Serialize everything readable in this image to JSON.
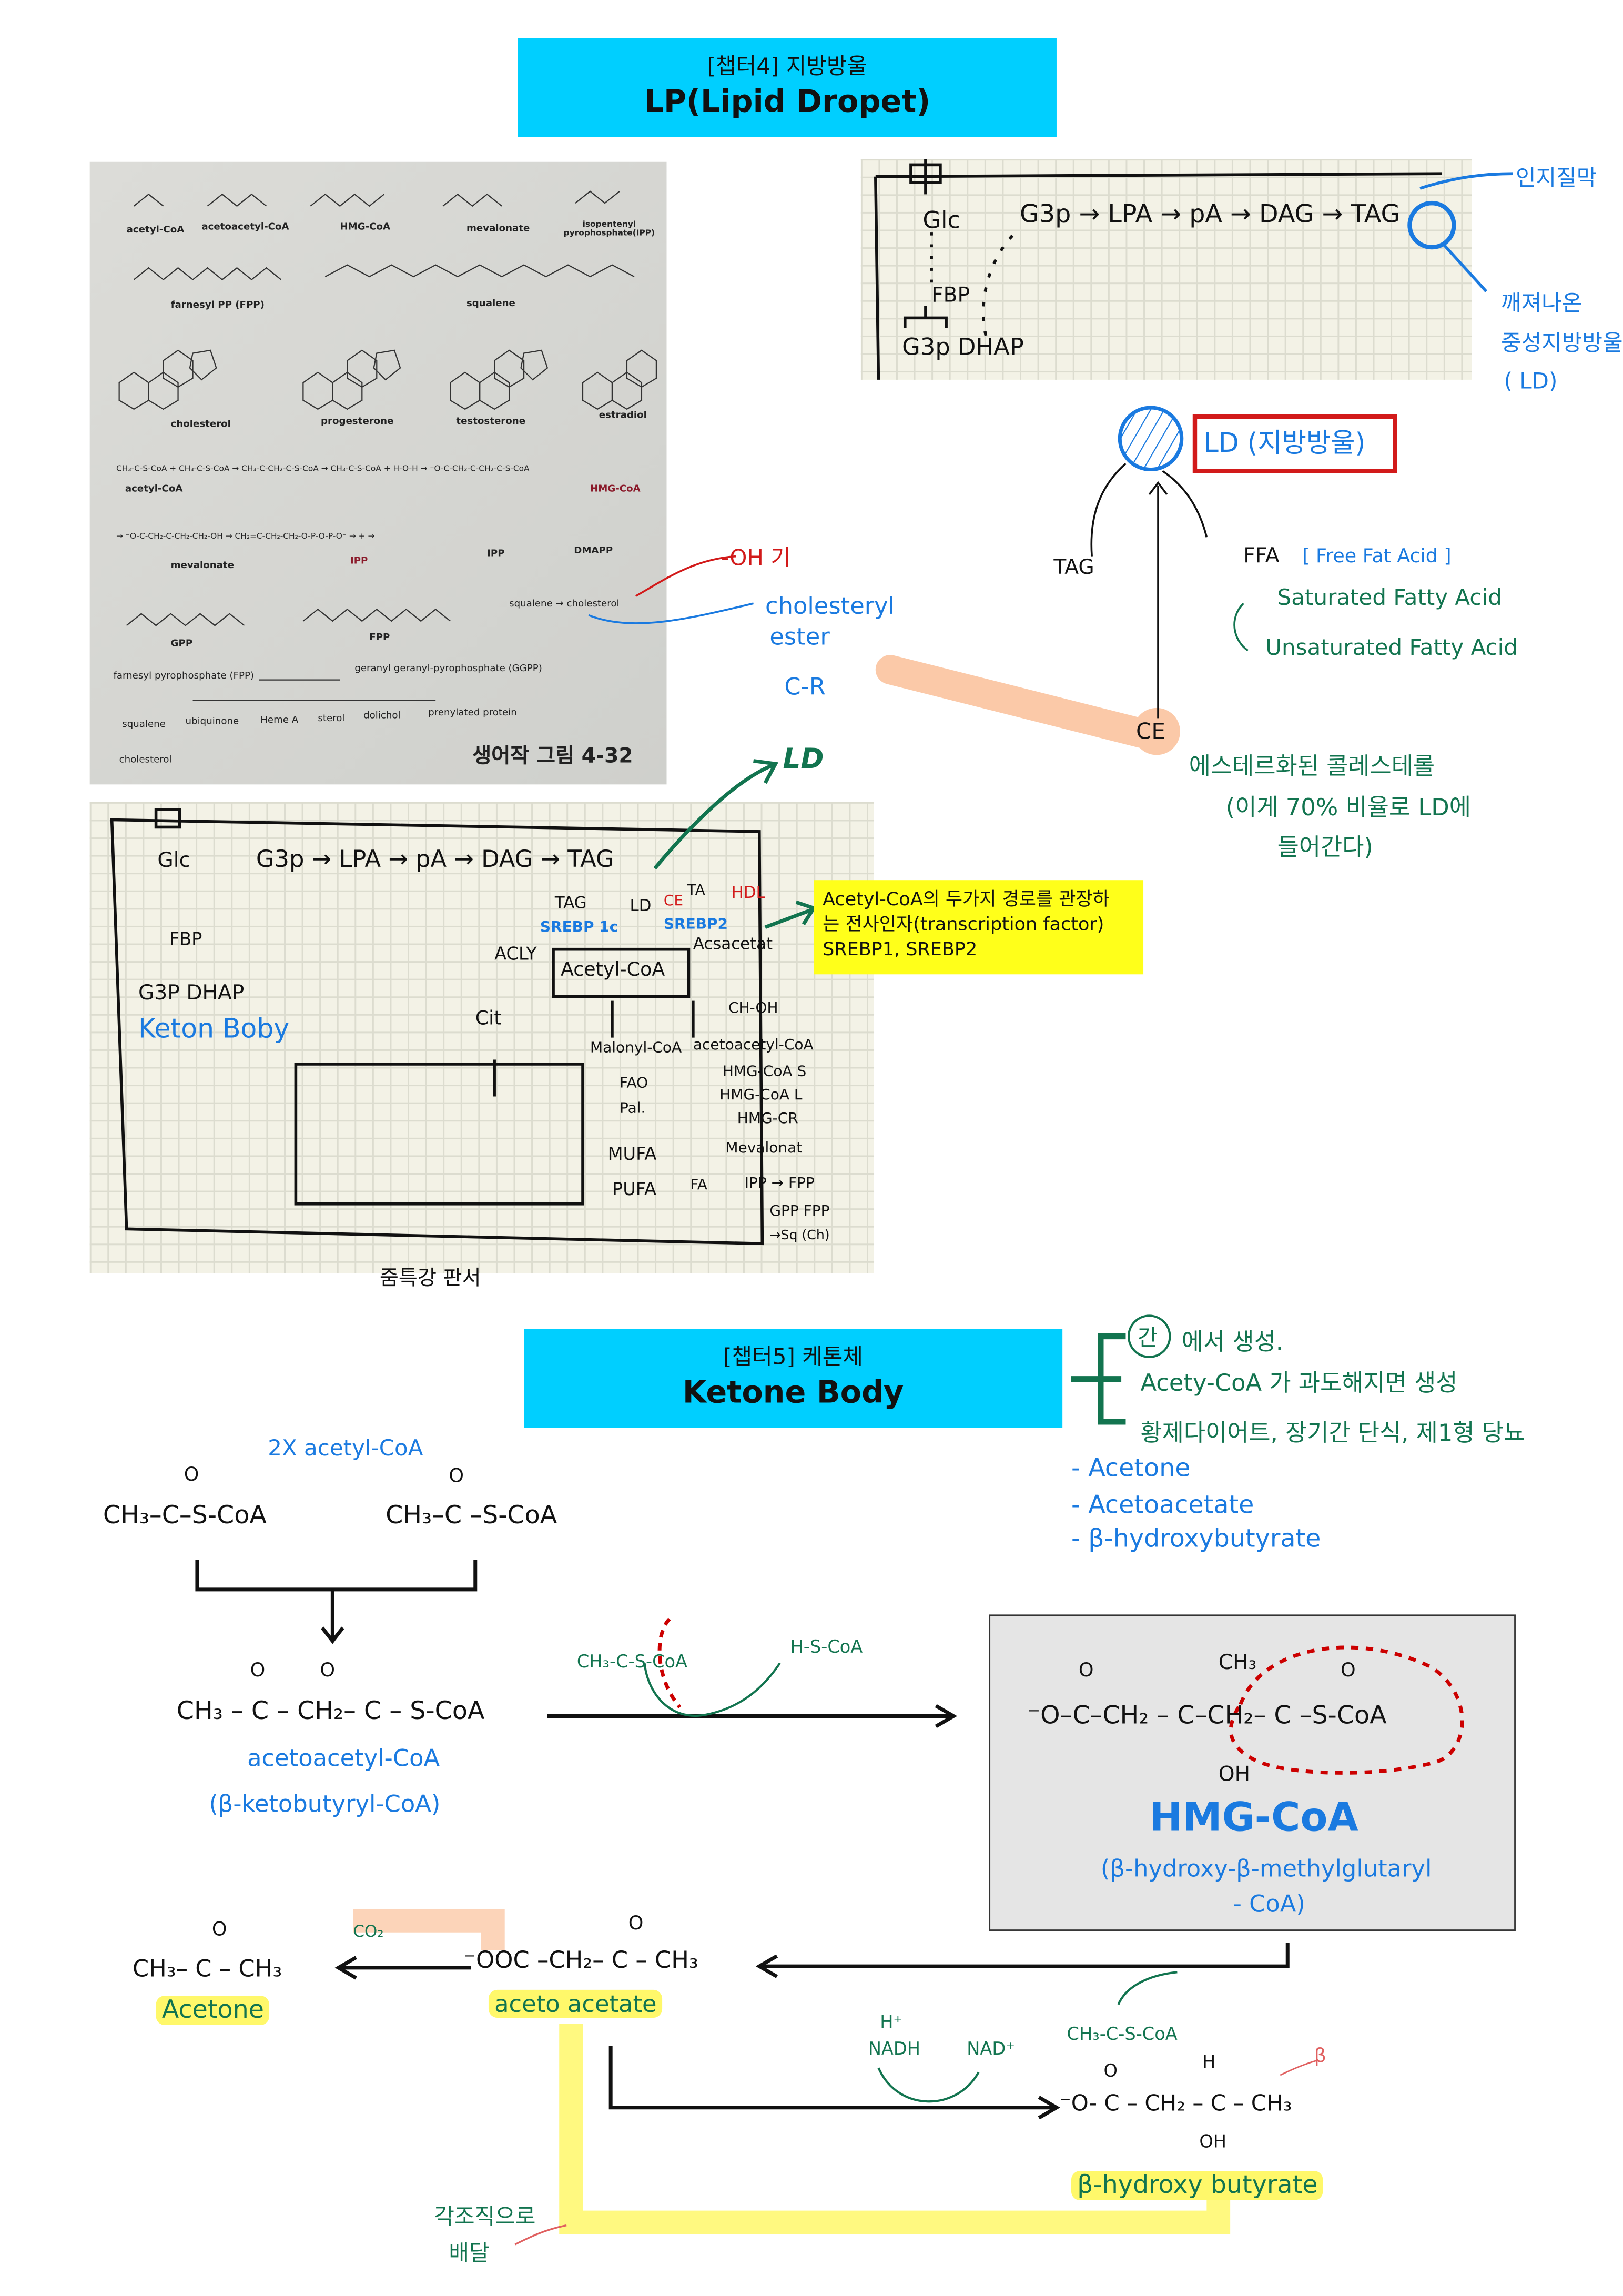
{
  "chapter4": {
    "subtitle": "[챕터4] 지방방울",
    "title": "LP(Lipid Dropet)"
  },
  "textbook_figure": {
    "labels": [
      "acetyl-CoA",
      "acetoacetyl-CoA",
      "HMG-CoA",
      "mevalonate",
      "isopentenyl pyrophosphate(IPP)",
      "farnesyl PP (FPP)",
      "squalene",
      "cholesterol",
      "progesterone",
      "testosterone",
      "estradiol",
      "acetyl-CoA",
      "HMG-CoA",
      "mevalonate",
      "IPP",
      "IPP",
      "DMAPP",
      "GPP",
      "FPP",
      "squalene → cholesterol",
      "farnesyl pyrophosphate (FPP)",
      "geranyl geranyl-pyrophosphate (GGPP)",
      "squalene",
      "ubiquinone",
      "Heme A",
      "sterol",
      "dolichol",
      "prenylated protein",
      "cholesterol"
    ],
    "equations": [
      "CH₃-C-S-CoA + CH₃-C-S-CoA → CH₃-C-CH₂-C-S-CoA → CH₃-C-S-CoA + H-O-H → ⁻O-C-CH₂-C-CH₂-C-S-CoA",
      "→ ⁻O-C-CH₂-C-CH₂-CH₂-OH → CH₂=C-CH₂-CH₂-O-P-O-P-O⁻ → + →"
    ],
    "caption": "생어작 그림 4-32"
  },
  "top_sketch": {
    "pathway": "G3p → LPA → pA → DAG → TAG",
    "glc": "Glc",
    "fbp": "FBP",
    "g3p_dhap": "G3p DHAP",
    "note_membrane": "인지질막",
    "note_ld": [
      "깨져나온",
      "중성지방방울",
      "( LD)"
    ]
  },
  "ld_diagram": {
    "ld_label": "LD (지방방울)",
    "tag": "TAG",
    "ffa": "FFA",
    "ffa_full": "[ Free Fat Acid ]",
    "saturated": "Saturated Fatty Acid",
    "unsaturated": "Unsaturated Fatty Acid",
    "ce": "CE",
    "ce_note": [
      "에스테르화된 콜레스테롤",
      "(이게 70% 비율로  LD에",
      "들어간다)"
    ],
    "oh_note": "-OH 기",
    "cholesteryl": [
      "cholesteryl",
      "ester"
    ],
    "cr": "C-R",
    "ld_green": "LD"
  },
  "lecture_board": {
    "glc": "Glc",
    "fbp": "FBP",
    "g3p_dhap": "G3P DHAP",
    "keton": "Keton Boby",
    "pathway": "G3p → LPA → pA → DAG → TAG",
    "tag": "TAG",
    "ld": "LD",
    "ce": "CE",
    "hdl": "HDL",
    "ta": "TA",
    "srebp1": "SREBP 1c",
    "srebp2": "SREBP2",
    "acly": "ACLY",
    "acetylcoa": "Acetyl-CoA",
    "acs": "Acsacetat",
    "cit": "Cit",
    "malonyl": "Malonyl-CoA",
    "fao": "FAO",
    "pal": "Pal.",
    "mufa": "MUFA",
    "pufa": "PUFA",
    "fa": "FA",
    "choh": "CH-OH",
    "acetoacetyl": "acetoacetyl-CoA",
    "hmgs": "HMG-CoA S",
    "hmgl": "HMG-CoA L",
    "hmgcr": "HMG-CR",
    "meval": "Mevalonat",
    "ipp": "IPP → FPP",
    "gpp": "GPP FPP",
    "chol": "→Sq (Ch)",
    "caption": "줌특강 판서"
  },
  "callout": {
    "line1": "Acetyl-CoA의 두가지 경로를 관장하",
    "line2": "는 전사인자(transcription factor)",
    "line3": "SREBP1, SREBP2"
  },
  "chapter5": {
    "subtitle": "[챕터5] 케톤체",
    "title": "Ketone Body"
  },
  "ketone_notes": {
    "liver": "간",
    "line1": "에서  생성.",
    "line2": "Acety-CoA 가 과도해지면 생성",
    "line3": "황제다이어트, 장기간 단식, 제1형 당뇨",
    "list": [
      "- Acetone",
      "- Acetoacetate",
      "- β-hydroxybutyrate"
    ]
  },
  "reaction": {
    "two_acetyl": "2X acetyl-CoA",
    "acetyl_o": "O",
    "acetyl1": "CH₃–C–S-CoA",
    "acetyl2": "CH₃–C –S-CoA",
    "acetoacetyl_o": "O         O",
    "acetoacetyl": "CH₃ – C – CH₂– C – S-CoA",
    "acetoacetyl_name": "acetoacetyl-CoA",
    "acetoacetyl_alt": "(β-ketobutyryl-CoA)",
    "added": "CH₃-C-S-CoA",
    "hscoa": "H-S-CoA",
    "hmg_struct": {
      "o1": "O",
      "ch3": "CH₃",
      "o2": "O",
      "main": "⁻O–C–CH₂ – C–CH₂– C –S-CoA",
      "oh": "OH"
    },
    "hmg_name": "HMG-CoA",
    "hmg_full1": "(β-hydroxy-β-methylglutaryl",
    "hmg_full2": "- CoA)",
    "acetoacetate_struct": "⁻OOC –CH₂– C – CH₃",
    "acetoacetate_o": "O",
    "acetoacetate_name": "aceto acetate",
    "acetone_struct": "CH₃– C – CH₃",
    "acetone_o": "O",
    "acetone_name": "Acetone",
    "co2": "CO₂",
    "h_plus": "H⁺",
    "nadh": "NADH",
    "nad": "NAD⁺",
    "bhb_top": "CH₃-C-S-CoA",
    "bhb_o": "O",
    "bhb_h": "H",
    "bhb_struct": "⁻O- C – CH₂ – C – CH₃",
    "bhb_oh": "OH",
    "beta": "β",
    "bhb_name": "β-hydroxy butyrate",
    "delivery": [
      "각조직으로",
      "배달"
    ]
  },
  "colors": {
    "cyan": "#00CFFF",
    "blue": "#1a7ae0",
    "green": "#12744f",
    "red": "#d21a1a",
    "yellow": "#fff86a",
    "peach": "#fbc9a8"
  }
}
